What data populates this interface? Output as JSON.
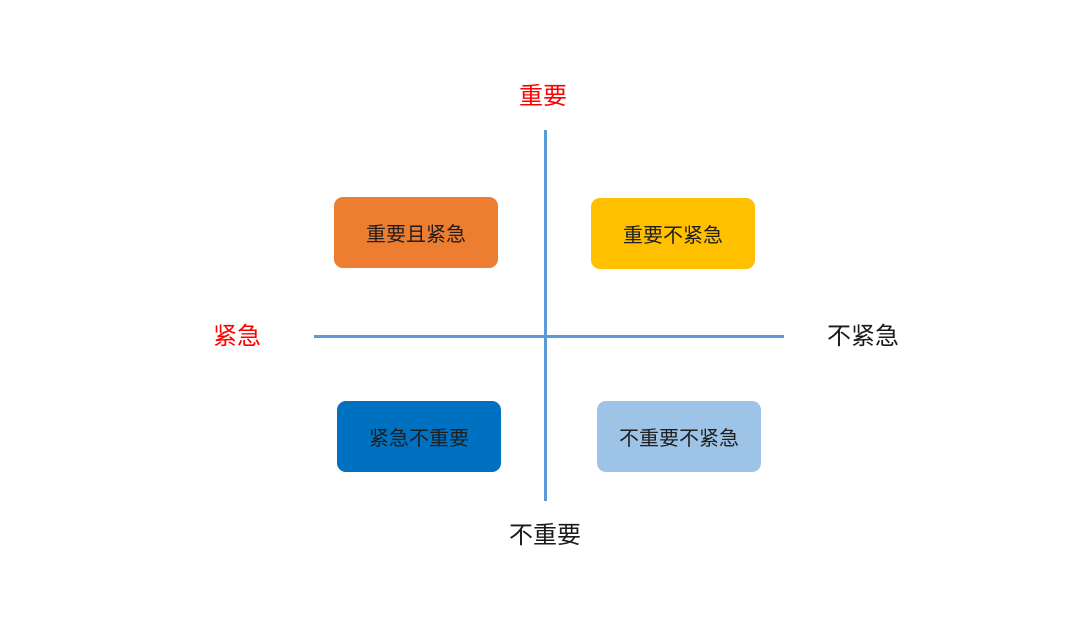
{
  "axes": {
    "top": {
      "label": "重要",
      "color": "#ff0000"
    },
    "bottom": {
      "label": "不重要",
      "color": "#1a1a1a"
    },
    "left": {
      "label": "紧急",
      "color": "#ff0000"
    },
    "right": {
      "label": "不紧急",
      "color": "#1a1a1a"
    },
    "line_color": "#5b9bd5"
  },
  "quadrants": [
    {
      "id": "top-left",
      "label": "重要且紧急",
      "color": "#ed7d31"
    },
    {
      "id": "top-right",
      "label": "重要不紧急",
      "color": "#ffc000"
    },
    {
      "id": "bottom-left",
      "label": "紧急不重要",
      "color": "#0070c0"
    },
    {
      "id": "bottom-right",
      "label": "不重要不紧急",
      "color": "#9dc3e6"
    }
  ]
}
